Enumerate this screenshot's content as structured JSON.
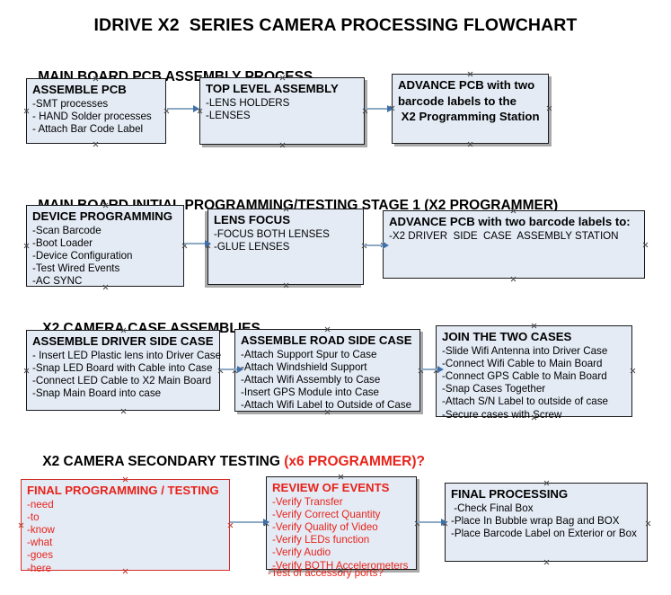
{
  "title": "IDRIVE X2  SERIES CAMERA PROCESSING FLOWCHART",
  "sections": [
    {
      "heading": "MAIN BOARD PCB ASSEMBLY PROCESS",
      "heading_accent": ""
    },
    {
      "heading": "MAIN BOARD INITIAL PROGRAMMING/TESTING STAGE 1 (X2 PROGRAMMER)",
      "heading_accent": ""
    },
    {
      "heading": "X2 CAMERA CASE ASSEMBLIES",
      "heading_accent": ""
    },
    {
      "heading": "X2 CAMERA SECONDARY TESTING ",
      "heading_accent": "(x6 PROGRAMMER)?"
    }
  ],
  "boxes": {
    "assemble_pcb": {
      "title": "ASSEMBLE PCB",
      "lines": [
        "-SMT processes",
        "- HAND Solder processes",
        "- Attach Bar Code Label"
      ]
    },
    "top_level_assembly": {
      "title": "TOP LEVEL ASSEMBLY",
      "lines": [
        "-LENS HOLDERS",
        "-LENSES"
      ]
    },
    "advance_pcb_station": {
      "title": "ADVANCE PCB with two",
      "lines": [
        "barcode labels to the",
        " X2 Programming Station"
      ]
    },
    "device_programming": {
      "title": "DEVICE PROGRAMMING",
      "lines": [
        "-Scan Barcode",
        "-Boot Loader",
        "-Device Configuration",
        "-Test Wired Events",
        "-AC SYNC"
      ]
    },
    "lens_focus": {
      "title": "LENS FOCUS",
      "lines": [
        "-FOCUS BOTH LENSES",
        "-GLUE LENSES"
      ]
    },
    "advance_pcb_driver": {
      "title": "ADVANCE PCB with two barcode labels to:",
      "lines": [
        "-X2 DRIVER  SIDE  CASE  ASSEMBLY STATION"
      ]
    },
    "assemble_driver_side_case": {
      "title": "ASSEMBLE DRIVER SIDE CASE",
      "lines": [
        "- Insert LED Plastic lens into Driver Case",
        "-Snap LED Board with Cable into Case",
        "-Connect LED Cable to X2 Main Board",
        "-Snap Main Board into case"
      ]
    },
    "assemble_road_side_case": {
      "title": "ASSEMBLE ROAD SIDE CASE",
      "lines": [
        "-Attach Support Spur to Case",
        "-Attach Windshield Support",
        "-Attach Wifi Assembly to Case",
        "-Insert GPS Module into Case",
        "-Attach Wifi Label to Outside of Case"
      ]
    },
    "join_the_two_cases": {
      "title": "JOIN THE TWO CASES",
      "lines": [
        "-Slide Wifi Antenna into Driver Case",
        "-Connect Wifi Cable to Main Board",
        "-Connect GPS Cable to Main Board",
        "-Snap Cases Together",
        "-Attach S/N Label to outside of case",
        "-Secure cases with Screw"
      ]
    },
    "final_programming_testing": {
      "title": "FINAL PROGRAMMING / TESTING",
      "lines": [
        "-need",
        "-to",
        "-know",
        "-what",
        "-goes",
        "-here"
      ]
    },
    "review_of_events": {
      "title": "REVIEW OF EVENTS",
      "lines": [
        "-Verify Transfer",
        "-Verify Correct Quantity",
        "-Verify Quality of Video",
        "-Verify LEDs function",
        "-Verify Audio",
        "-Verify BOTH Accelerometers"
      ],
      "overflow_line": "-Test of accessory ports?"
    },
    "final_processing": {
      "title": "FINAL PROCESSING",
      "lines": [
        " -Check Final Box",
        "-Place In Bubble wrap Bag and BOX",
        "-Place Barcode Label on Exterior or Box"
      ]
    }
  },
  "colors": {
    "box_fill": "#e4ebf5",
    "box_border": "#1b1b1b",
    "red_accent": "#e8231a",
    "arrow_shaft": "#8ea9c4",
    "arrow_head": "#3f6fa8",
    "shadow": "#a9a9a9"
  }
}
